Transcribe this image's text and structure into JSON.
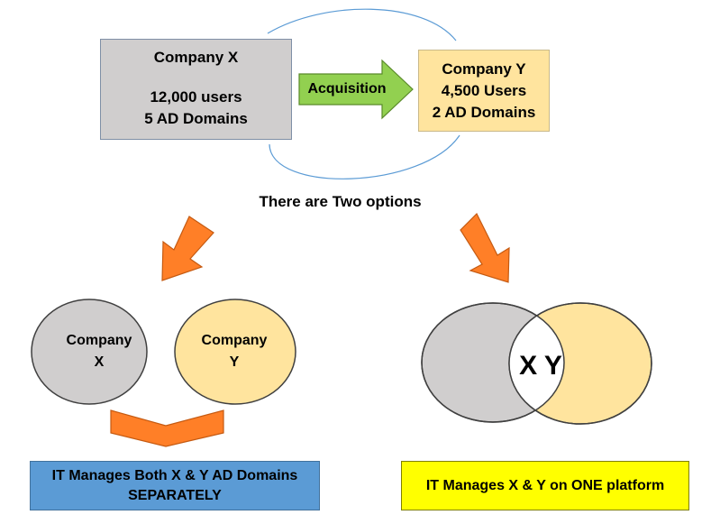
{
  "company_x": {
    "title": "Company X",
    "users": "12,000 users",
    "domains": "5 AD Domains"
  },
  "company_y": {
    "title": "Company Y",
    "users": "4,500 Users",
    "domains": "2 AD Domains"
  },
  "acquisition_label": "Acquisition",
  "options_text": "There are Two options",
  "separate_option": {
    "circle_x": [
      "Company",
      "X"
    ],
    "circle_y": [
      "Company",
      "Y"
    ],
    "caption": [
      "IT Manages Both X & Y AD Domains",
      "SEPARATELY"
    ]
  },
  "merged_option": {
    "overlap_label": "X Y",
    "caption": "IT Manages X & Y on ONE platform"
  },
  "colors": {
    "company_x_fill": "#d0cece",
    "company_y_fill": "#ffe49e",
    "acquisition_arrow": "#92d050",
    "down_arrow": "#ff7f27",
    "separate_caption_fill": "#5b9bd5",
    "merged_caption_fill": "#ffff00",
    "connector": "#5b9bd5"
  }
}
